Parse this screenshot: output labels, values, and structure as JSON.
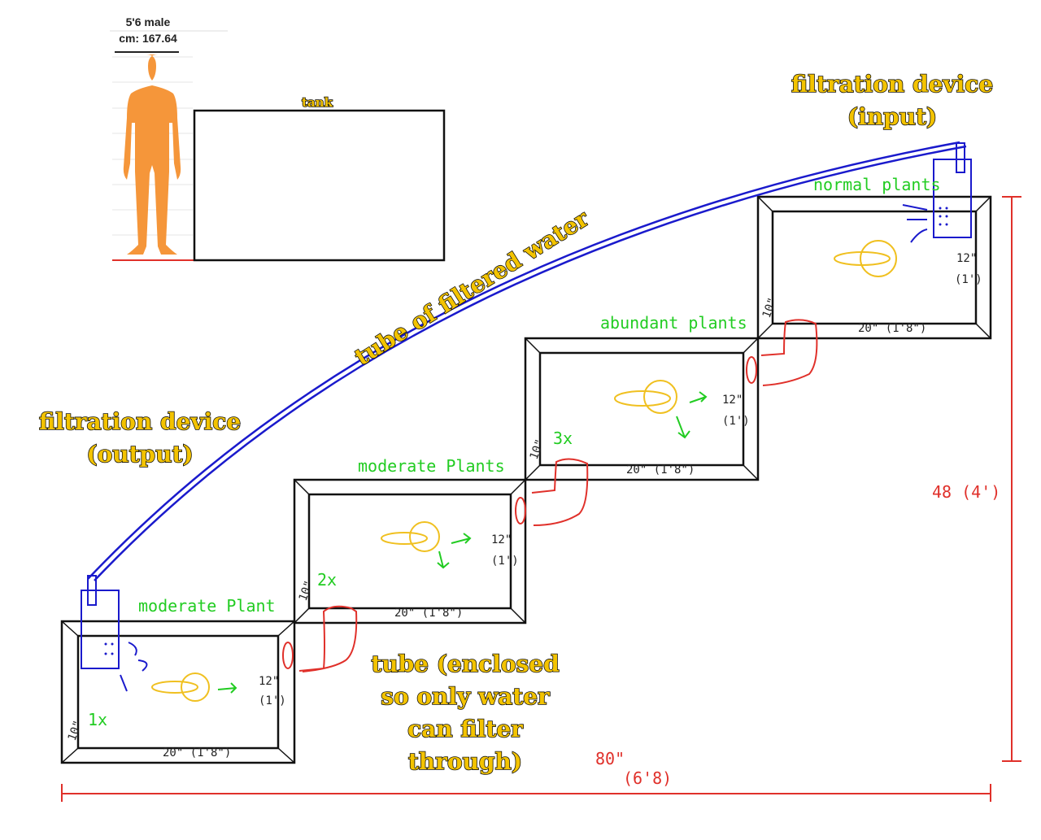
{
  "reference": {
    "height_label": "5'6 male",
    "cm_label": "cm: 167.64",
    "tank_label": "tank"
  },
  "labels": {
    "filtration_input": [
      "filtration device",
      "(input)"
    ],
    "filtration_output": [
      "filtration device",
      "(output)"
    ],
    "tube_filtered": "tube of filtered water",
    "tube_enclosed": [
      "tube (enclosed",
      "so only water",
      "can filter",
      "through)"
    ]
  },
  "tanks": [
    {
      "plants": "moderate Plant",
      "count": "1x",
      "width": "20\" (1'8\")",
      "height": "12\"",
      "height_ft": "(1')",
      "depth": "10\""
    },
    {
      "plants": "moderate Plants",
      "count": "2x",
      "width": "20\" (1'8\")",
      "height": "12\"",
      "height_ft": "(1')",
      "depth": "10\""
    },
    {
      "plants": "abundant plants",
      "count": "3x",
      "width": "20\" (1'8\")",
      "height": "12\"",
      "height_ft": "(1')",
      "depth": "10\""
    },
    {
      "plants": "normal plants",
      "count": "",
      "width": "20\" (1'8\")",
      "height": "12\"",
      "height_ft": "(1')",
      "depth": "10\""
    }
  ],
  "dimensions": {
    "total_height": "48 (4')",
    "total_width": "80\"",
    "total_width_ft": "(6'8)"
  },
  "colors": {
    "tube": "#1a1acc",
    "overflow": "#e0302a",
    "plants": "#22cc22",
    "fish": "#f0c020",
    "person": "#f5963a"
  }
}
